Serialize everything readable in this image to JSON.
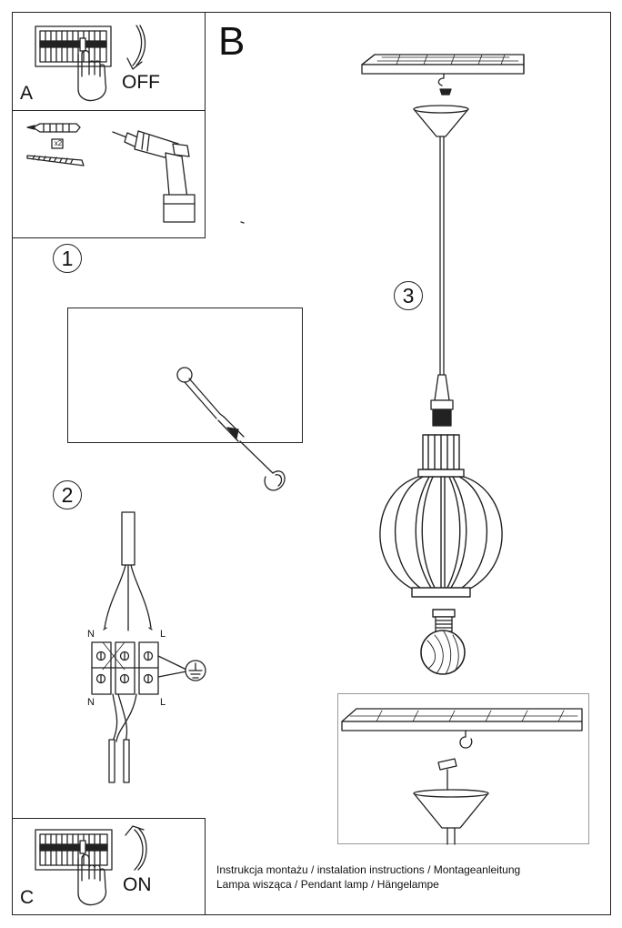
{
  "panels": {
    "a": {
      "letter": "A",
      "action": "OFF"
    },
    "b": {
      "letter": "B"
    },
    "c": {
      "letter": "C",
      "action": "ON"
    }
  },
  "tools": {
    "quantity_badge": "x2"
  },
  "steps": [
    "1",
    "2",
    "3"
  ],
  "wiring": {
    "left_top": "N",
    "right_top": "L",
    "left_bottom": "N",
    "right_bottom": "L"
  },
  "caption": {
    "line1": "Instrukcja montażu / instalation instructions / Montageanleitung",
    "line2": "Lampa wisząca / Pendant lamp / Hängelampe"
  },
  "icons": [
    "circuit-breaker-icon",
    "hand-icon",
    "curved-arrow-icon",
    "wall-plug-icon",
    "screw-icon",
    "drill-icon",
    "ceiling-hook-icon",
    "ground-symbol-icon",
    "pendant-lamp-icon",
    "light-bulb-icon",
    "ceiling-canopy-icon"
  ]
}
